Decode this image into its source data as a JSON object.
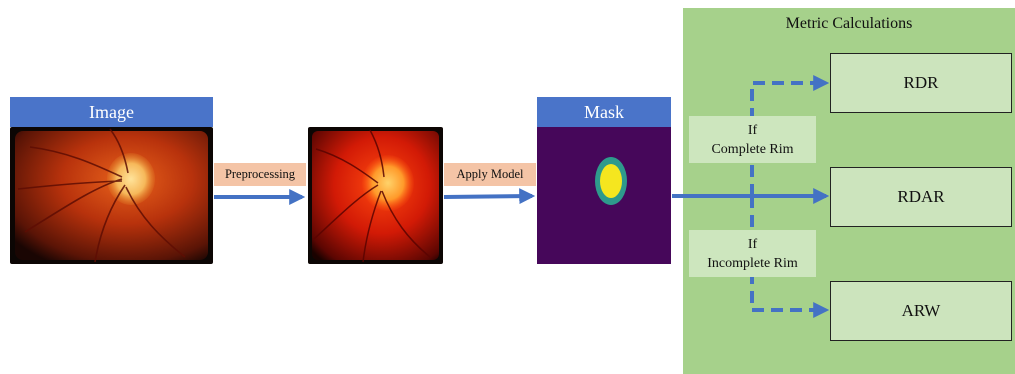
{
  "input": {
    "header": "Image"
  },
  "steps": {
    "preprocessing": "Preprocessing",
    "apply_model": "Apply Model"
  },
  "mask": {
    "header": "Mask"
  },
  "panel": {
    "title": "Metric Calculations"
  },
  "metrics": {
    "rdr": "RDR",
    "rdar": "RDAR",
    "arw": "ARW"
  },
  "conditions": {
    "complete": {
      "line1": "If",
      "line2": "Complete Rim"
    },
    "incomplete": {
      "line1": "If",
      "line2": "Incomplete Rim"
    }
  },
  "colors": {
    "header_blue": "#4a74c9",
    "arrow_blue": "#4472c4",
    "step_label_bg": "#f4c4a6",
    "panel_green": "#a6d18b",
    "metric_box": "#cce4bd",
    "mask_bg": "#46075a",
    "mask_ring": "#2e9a8c",
    "mask_cup": "#f5e61f"
  }
}
